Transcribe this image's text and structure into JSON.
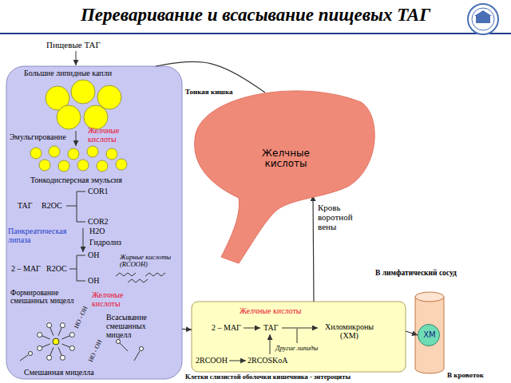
{
  "diagram": {
    "title": "Переваривание и всасывание пищевых ТАГ",
    "nodes": [
      {
        "text": [
          "Большие липидные капли",
          "Эмульгирование",
          "Желчные кислоты",
          "Тонкодисперсная эмульсия",
          "COR1",
          "ТАГ",
          "R2OC",
          "COR2",
          "Панкреатическая липаза",
          "H2O",
          "Гидролиз",
          "OH",
          "2 – МАГ",
          "R2OC",
          "Жирные кислоты (RCOOH)",
          "OH",
          "Формирование смешанных мицелл",
          "Желчные кислоты",
          "HO - OH",
          "Всасывание смешанных мицелл",
          "HO - OH",
          "Смешанная мицелла"
        ]
      },
      {
        "text": [
          "Желчные кислоты"
        ]
      },
      {
        "text": [
          "Желчные кислоты",
          "2 – МАГ",
          "ТАГ",
          "Хиломикроны (ХМ)",
          "Другие липиды",
          "2RCOOH",
          "2RCOSKoA"
        ]
      },
      {
        "text": [
          "ХМ"
        ]
      }
    ],
    "edges": [
      {
        "from": 0,
        "to": 1,
        "arrow": "none"
      },
      {
        "from": 2,
        "to": 1,
        "arrow": "to"
      },
      {
        "from": 0,
        "to": 2,
        "arrow": "to"
      },
      {
        "from": 2,
        "to": 3,
        "arrow": "to"
      }
    ],
    "labels": [
      "Пищевые ТАГ",
      "Тонкая кишка",
      "Кровь воротной вены",
      "В лимфатический сосуд",
      "Клетки слизистой оболочки кишечника - энтероциты",
      "В кровоток"
    ]
  }
}
